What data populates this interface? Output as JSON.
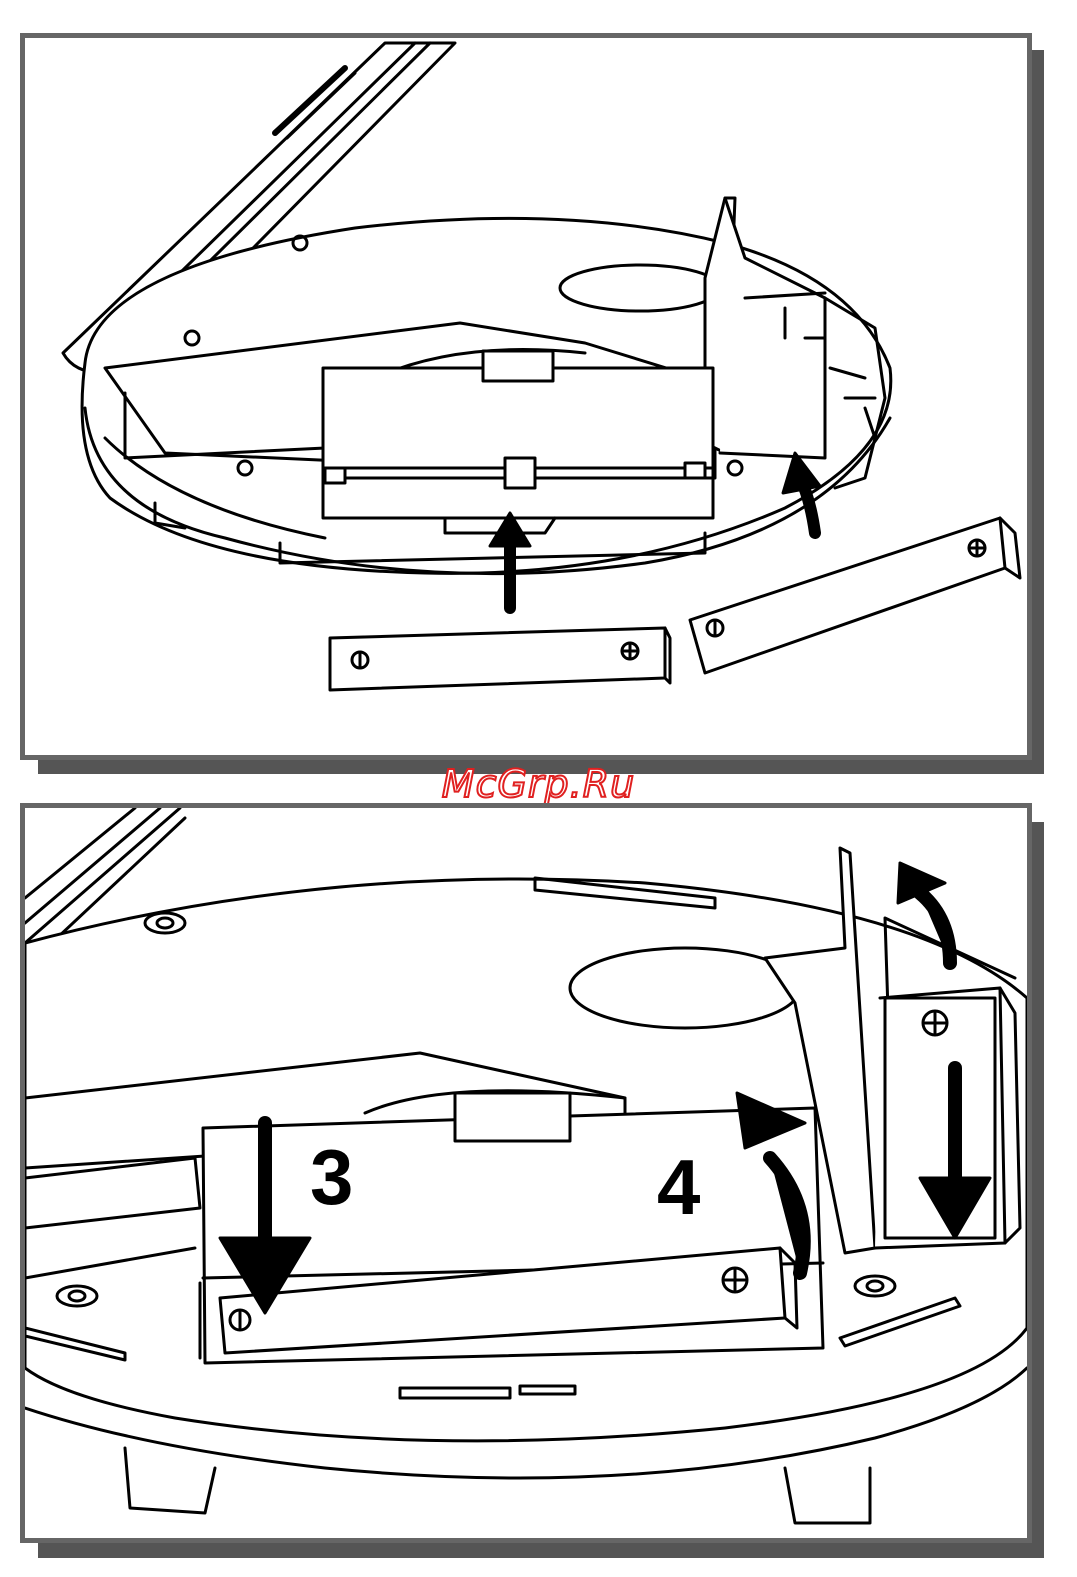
{
  "watermark": "McGrp.Ru",
  "steps": {
    "step3": "3",
    "step4": "4"
  },
  "battery": {
    "minus_symbol": "⊖",
    "plus_symbol": "⊕"
  },
  "colors": {
    "line": "#000000",
    "frame": "#666666",
    "shadow": "#555555",
    "watermark_outline": "#e02020"
  }
}
